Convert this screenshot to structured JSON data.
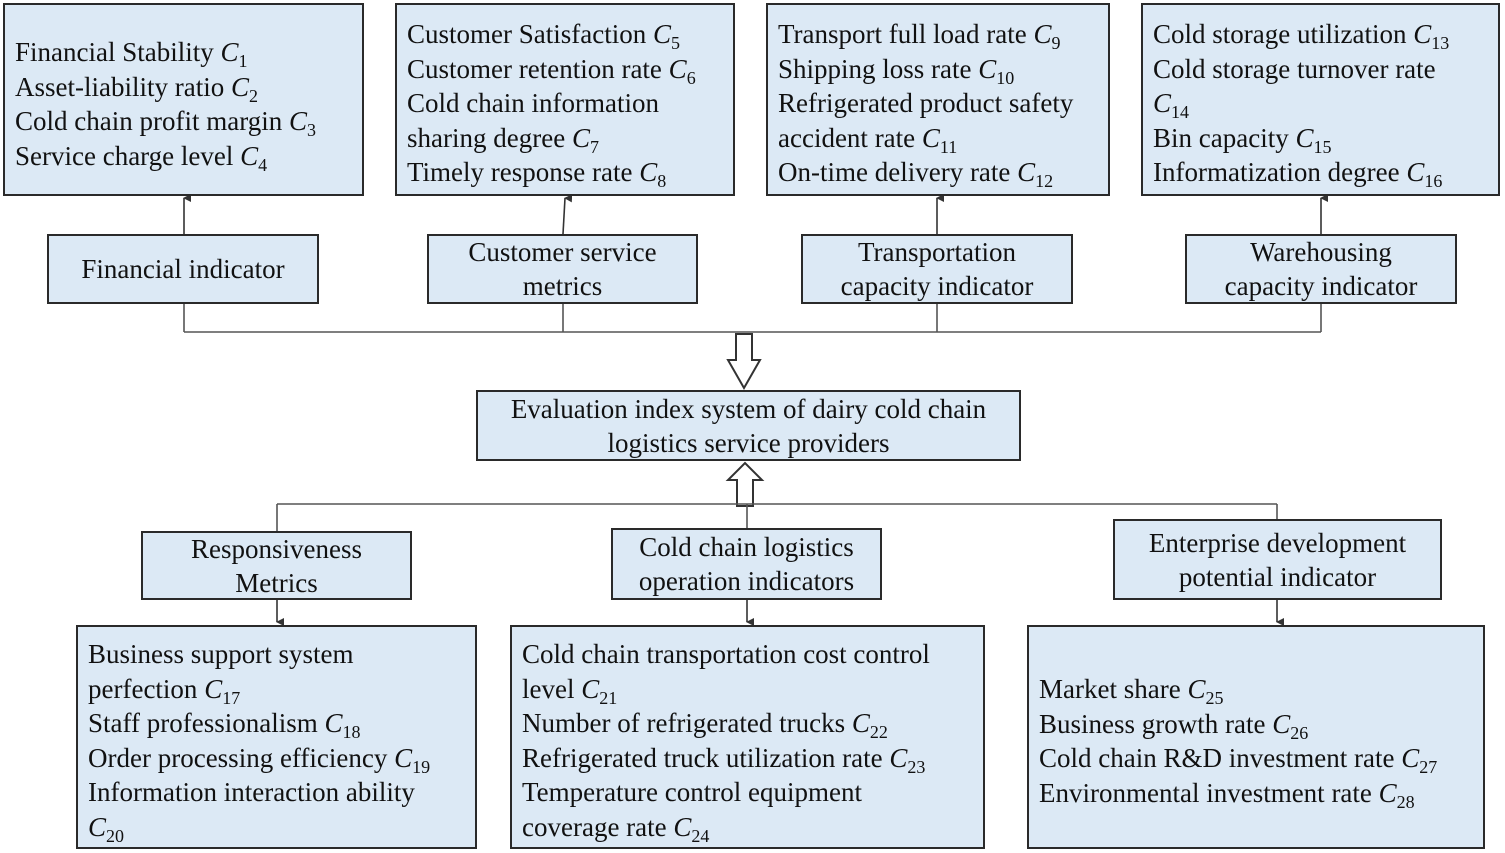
{
  "center": {
    "lines": [
      "Evaluation index system of dairy cold chain",
      "logistics service providers"
    ]
  },
  "top_categories": [
    {
      "lines": [
        "Financial indicator"
      ],
      "items": [
        {
          "text": "Financial Stability ",
          "var": "C",
          "sub": "1"
        },
        {
          "text": "Asset-liability ratio ",
          "var": "C",
          "sub": "2"
        },
        {
          "text": "Cold chain profit margin ",
          "var": "C",
          "sub": "3"
        },
        {
          "text": "Service charge level ",
          "var": "C",
          "sub": "4"
        }
      ]
    },
    {
      "lines": [
        "Customer service",
        "metrics"
      ],
      "items": [
        {
          "text": "Customer Satisfaction ",
          "var": "C",
          "sub": "5"
        },
        {
          "text": "Customer retention rate ",
          "var": "C",
          "sub": "6"
        },
        {
          "text": "Cold chain information",
          "var": "",
          "sub": ""
        },
        {
          "text": "sharing degree ",
          "var": "C",
          "sub": "7"
        },
        {
          "text": "Timely response rate ",
          "var": "C",
          "sub": "8"
        }
      ]
    },
    {
      "lines": [
        "Transportation",
        "capacity indicator"
      ],
      "items": [
        {
          "text": "Transport full load rate ",
          "var": "C",
          "sub": "9"
        },
        {
          "text": "Shipping loss rate ",
          "var": "C",
          "sub": "10"
        },
        {
          "text": "Refrigerated product safety",
          "var": "",
          "sub": ""
        },
        {
          "text": "accident rate ",
          "var": "C",
          "sub": "11"
        },
        {
          "text": "On-time delivery rate ",
          "var": "C",
          "sub": "12"
        }
      ]
    },
    {
      "lines": [
        "Warehousing",
        "capacity indicator"
      ],
      "items": [
        {
          "text": "Cold storage utilization ",
          "var": "C",
          "sub": "13"
        },
        {
          "text": "Cold storage turnover rate",
          "var": "",
          "sub": ""
        },
        {
          "text": "",
          "var": "C",
          "sub": "14"
        },
        {
          "text": "Bin capacity ",
          "var": "C",
          "sub": "15"
        },
        {
          "text": "Informatization degree ",
          "var": "C",
          "sub": "16"
        }
      ]
    }
  ],
  "bottom_categories": [
    {
      "lines": [
        "Responsiveness",
        "Metrics"
      ],
      "items": [
        {
          "text": "Business support system",
          "var": "",
          "sub": ""
        },
        {
          "text": "perfection ",
          "var": "C",
          "sub": "17"
        },
        {
          "text": "Staff professionalism ",
          "var": "C",
          "sub": "18"
        },
        {
          "text": "Order processing efficiency ",
          "var": "C",
          "sub": "19"
        },
        {
          "text": "Information interaction ability",
          "var": "",
          "sub": ""
        },
        {
          "text": "",
          "var": "C",
          "sub": "20"
        }
      ]
    },
    {
      "lines": [
        "Cold chain logistics",
        "operation indicators"
      ],
      "items": [
        {
          "text": "Cold chain transportation cost control",
          "var": "",
          "sub": ""
        },
        {
          "text": "level ",
          "var": "C",
          "sub": "21"
        },
        {
          "text": "Number of refrigerated trucks ",
          "var": "C",
          "sub": "22"
        },
        {
          "text": "Refrigerated truck utilization rate ",
          "var": "C",
          "sub": "23"
        },
        {
          "text": "Temperature control equipment",
          "var": "",
          "sub": ""
        },
        {
          "text": "coverage rate ",
          "var": "C",
          "sub": "24"
        }
      ]
    },
    {
      "lines": [
        "Enterprise development",
        "potential indicator"
      ],
      "items": [
        {
          "text": "Market share ",
          "var": "C",
          "sub": "25"
        },
        {
          "text": "Business growth rate ",
          "var": "C",
          "sub": "26"
        },
        {
          "text": "Cold chain R&D investment rate ",
          "var": "C",
          "sub": "27"
        },
        {
          "text": "Environmental investment rate ",
          "var": "C",
          "sub": "28"
        }
      ]
    }
  ]
}
